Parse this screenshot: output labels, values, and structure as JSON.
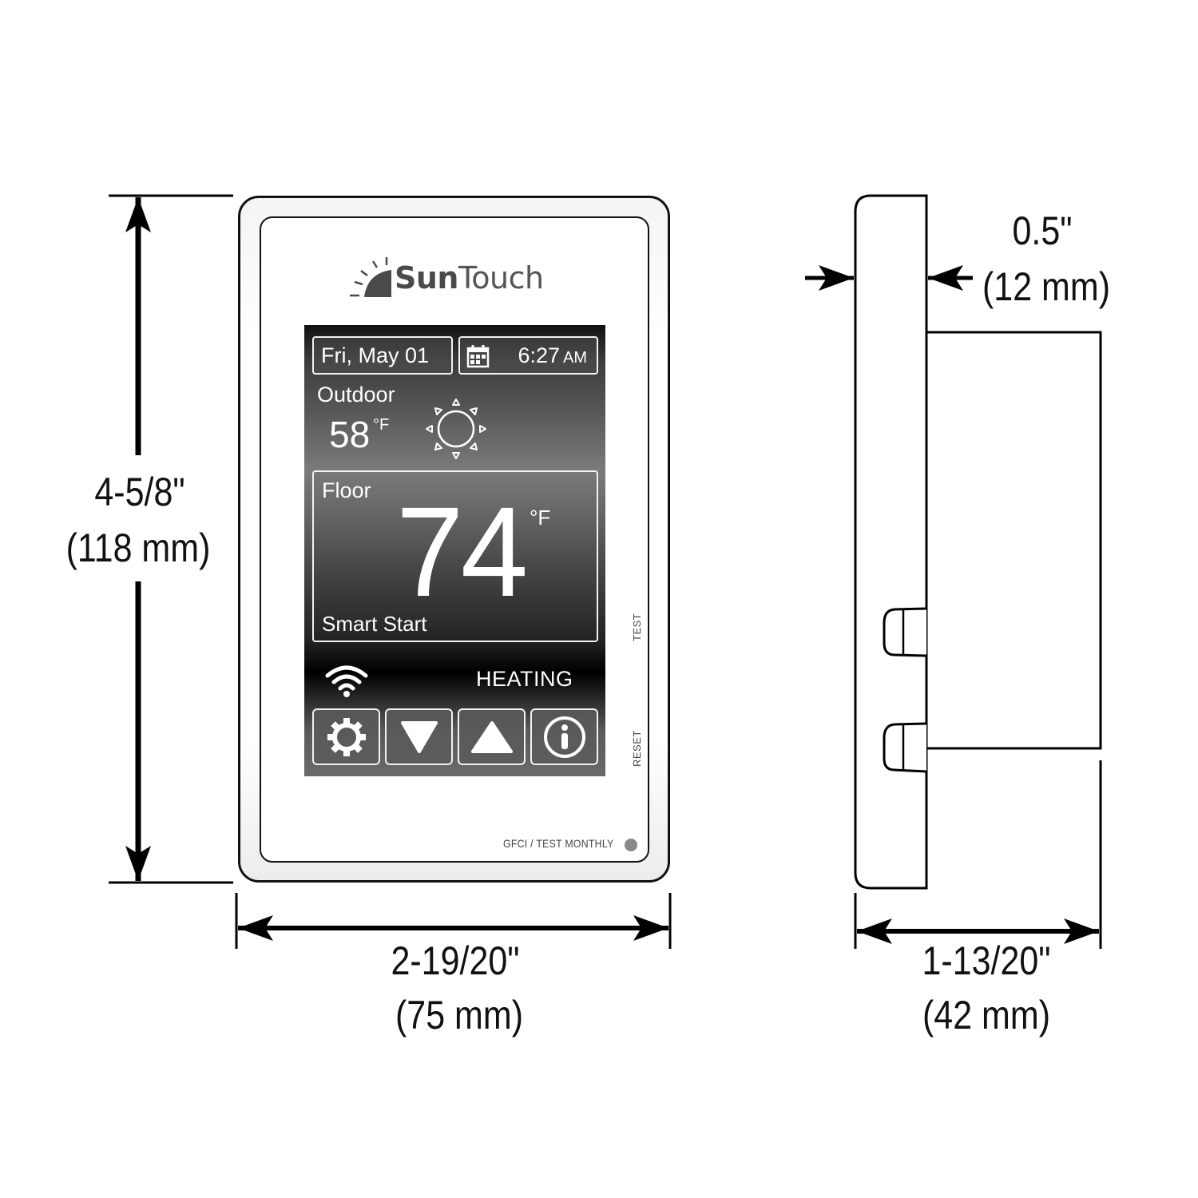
{
  "device": {
    "brand": "SunTouch",
    "brand_part1": "Sun",
    "brand_part2": "Touch",
    "screen": {
      "date": "Fri, May 01",
      "time": "6:27",
      "time_period": "AM",
      "calendar_icon": "calendar-icon",
      "outdoor_label": "Outdoor",
      "outdoor_temp": "58",
      "outdoor_unit": "°F",
      "weather_icon": "sun-icon",
      "floor_label": "Floor",
      "floor_temp": "74",
      "floor_unit": "°F",
      "mode": "Smart Start",
      "status": "HEATING",
      "wifi_icon": "wifi-icon",
      "buttons": [
        {
          "name": "settings",
          "icon": "gear-icon"
        },
        {
          "name": "temp-down",
          "icon": "triangle-down-icon"
        },
        {
          "name": "temp-up",
          "icon": "triangle-up-icon"
        },
        {
          "name": "info",
          "icon": "info-icon"
        }
      ]
    },
    "side_buttons": {
      "test": "TEST",
      "reset": "RESET"
    },
    "gfci_label": "GFCI / TEST MONTHLY",
    "gfci_led_color": "#888888"
  },
  "dimensions": {
    "height": {
      "imperial": "4-5/8\"",
      "metric": "(118 mm)"
    },
    "width": {
      "imperial": "2-19/20\"",
      "metric": "(75 mm)"
    },
    "faceplate_thickness": {
      "imperial": "0.5\"",
      "metric": "(12 mm)"
    },
    "depth": {
      "imperial": "1-13/20\"",
      "metric": "(42 mm)"
    }
  }
}
